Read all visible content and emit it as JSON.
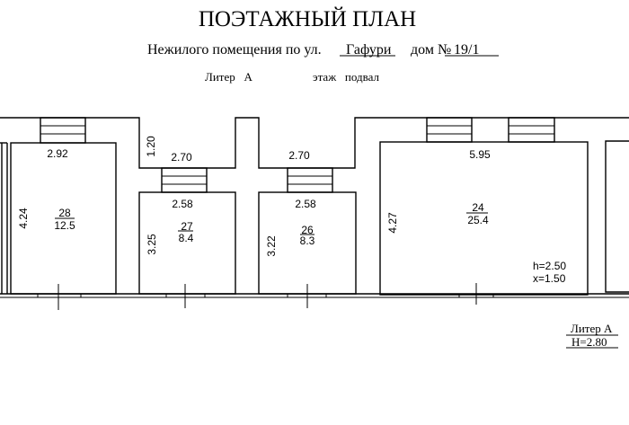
{
  "header": {
    "title": "ПОЭТАЖНЫЙ ПЛАН",
    "subtitle_prefix": "Нежилого помещения по ул.",
    "street": "Гафури",
    "house_prefix": "дом №",
    "house_number": "19/1",
    "liter_label": "Литер   А",
    "floor_label": "этаж   подвал"
  },
  "rooms": [
    {
      "number": "28",
      "area": "12.5",
      "width": "2.92",
      "length": "4.24"
    },
    {
      "number": "27",
      "area": "8.4",
      "width": "2.58",
      "length": "3.25"
    },
    {
      "number": "26",
      "area": "8.3",
      "width": "2.58",
      "length": "3.22"
    },
    {
      "number": "24",
      "area": "25.4",
      "width": "5.95",
      "length": "4.27"
    }
  ],
  "dims": {
    "niche_depth": "1.20",
    "niche1_width": "2.70",
    "niche2_width": "2.70",
    "h_label": "h=2.50",
    "x_label": "x=1.50"
  },
  "stamp": {
    "liter": "Литер А",
    "height": "H=2.80"
  }
}
